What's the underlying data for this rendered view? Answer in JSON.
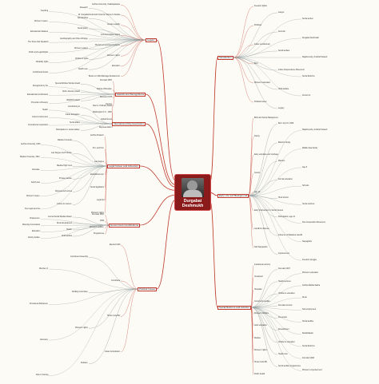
{
  "center": {
    "line1": "Durgabai",
    "line2": "Deshmukh"
  },
  "branches": {
    "legacy": "Legacy",
    "awards": "Awards and Recognitions",
    "international": "International Representation",
    "legal": "Legal Career and Advocacy",
    "government": "Government Contributions",
    "political": "Political Career",
    "intro": "Introduction",
    "early": "Early Life and Background",
    "social": "Social Reforms and Activism"
  },
  "nodes": {
    "legacy": [
      "Andhra University, Visakhapatnam",
      "Research",
      "Teaching",
      "Dr. Durgabai Deshmukh Chair for Women's Studies",
      "Scholarships",
      "Women's issues",
      "Gender equality",
      "Social policy",
      "Educational initiatives",
      "Commemorative Stamp",
      "Autobiography and Other Writings",
      "The Stone that Speaketh",
      "Mention as a pioneering figure",
      "Women Leaders",
      "Public and Legal Rights",
      "Women's rights",
      "Children's rights",
      "Disability rights",
      "Education",
      "Health care",
      "Institutional Impact",
      "Books on Child Marriage Restraint Act"
    ],
    "awards": [
      "Founded 1953",
      "Special Welfare Worker Award",
      "Recognized by the",
      "Padma Vibhushan",
      "Nehru Literacy Award",
      "Educational Contributions",
      "Received 1975",
      "UNESCO Award",
      "Promotion of literacy",
      "Paul G. Hoffman Award"
    ],
    "international": [
      "Literacy",
      "Contributing to",
      "Health",
      "Washington D.C., 1948",
      "Indian delegation",
      "Joined conferences",
      "Global forums",
      "Social affairs",
      "International cooperation",
      "Representation",
      "Participation in social welfare"
    ],
    "legal": [
      "Andhra Pradesh",
      "Madras University",
      "Andhra University, 1930",
      "B.A. and M.A.",
      "Law Degree and Practice",
      "Madras University, 1942",
      "Law degree",
      "Madras High Court",
      "Advocate",
      "Established own",
      "Private practice",
      "Family law",
      "Social legislation",
      "Represented women",
      "Women's issues",
      "Legal Aid",
      "Justice for women",
      "Free legal services",
      "Women's rights"
    ],
    "government": [
      "Founded 1953",
      "Central Social Welfare Board",
      "Chairperson",
      "1952",
      "Rural development",
      "Planning Commission",
      "Women's welfare",
      "Health",
      "Education",
      "Programmes",
      "Child welfare",
      "Family welfare"
    ],
    "political": [
      "Elected 1946",
      "Constituent Assembly",
      "Member of",
      "Contributor",
      "Drafting Committee",
      "Provisional Parliament",
      "Hindu Code Bill",
      "Women's rights",
      "Advocacy",
      "Indian Constitution",
      "Debates",
      "Role in framing"
    ],
    "intro": [
      "Freedom fighter",
      "Lawyer",
      "Social worker",
      "Politician",
      "Feminist",
      "Durgabai Deshmukh",
      "Indian revolutionary",
      "Social welfare",
      "Rajahmundry, Andhra Pradesh",
      "Born",
      "Indian Independence Movement",
      "Social Reforms",
      "Women's education",
      "Child welfare",
      "Known for",
      "Political Career",
      "Legacy"
    ],
    "early": [
      "Birth and Family Background",
      "Born July 15, 1909",
      "Rajahmundry, Andhra Pradesh",
      "Family",
      "Brahmin family",
      "Middle class family",
      "Early education and marriage",
      "Married",
      "Age 8",
      "Cousin",
      "Formal education",
      "Schools",
      "Age 12",
      "Hindi school",
      "Social reformer",
      "Early Involvement in Social Causes",
      "Participation, age 12",
      "Non-Cooperation Movement",
      "Gandhi's influence",
      "Influence of Mahatma Gandhi",
      "Satyagraha",
      "Salt Satyagraha",
      "Imprisonment",
      "Freedom struggle"
    ],
    "social": [
      "Institutional reforms",
      "Founded 1937",
      "Women's education",
      "Vocational",
      "Health services",
      "Andhra Mahila Sabha",
      "Hospitals",
      "Children's education",
      "Rural",
      "Community welfare",
      "Founded and led",
      "Self-employment",
      "Women's Welfare",
      "Prevention",
      "Social welfare",
      "Adult education",
      "Development",
      "Rehabilitation",
      "Welfare",
      "Children's education",
      "Social Reforms",
      "Women's rights",
      "Health care",
      "Founded 1948",
      "Hindu Code Bill",
      "Social welfare programmes",
      "Women's empowerment",
      "Public health"
    ]
  }
}
